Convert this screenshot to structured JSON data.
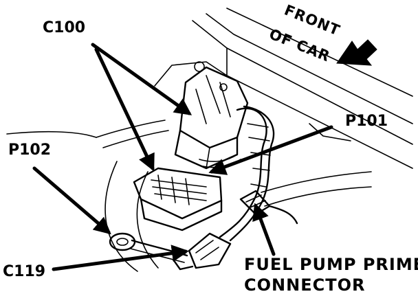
{
  "labels": {
    "c100": "C100",
    "p101": "P101",
    "p102": "P102",
    "c119": "C119",
    "front_line1": "FRONT",
    "front_line2": "OF CAR",
    "caption_line1": "FUEL PUMP PRIME",
    "caption_line2": "CONNECTOR"
  },
  "colors": {
    "ink": "#000000",
    "paper": "#ffffff"
  }
}
